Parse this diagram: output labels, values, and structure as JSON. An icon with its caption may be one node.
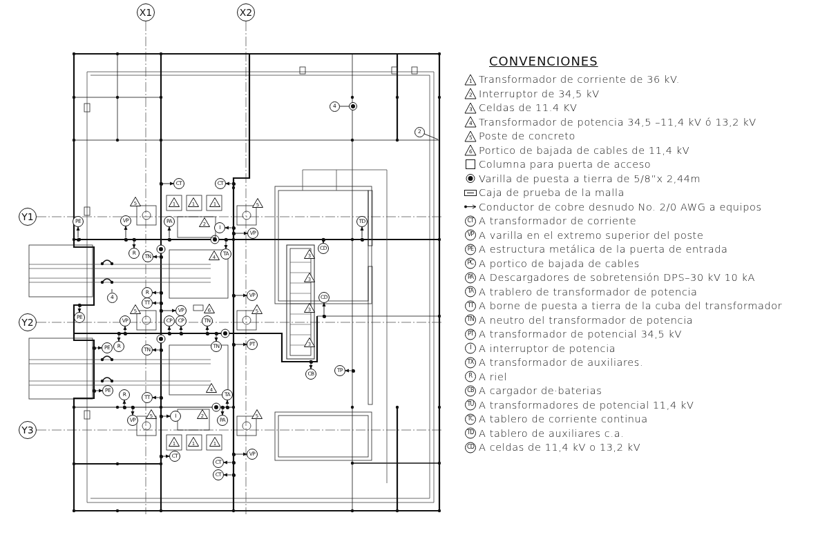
{
  "diagram": {
    "nodes": [
      {
        "text": [
          "X1"
        ]
      },
      {
        "text": [
          "X2"
        ]
      },
      {
        "text": [
          "4"
        ]
      },
      {
        "text": [
          "2"
        ]
      },
      {
        "text": [
          "CT"
        ]
      },
      {
        "text": [
          "CT"
        ]
      },
      {
        "text": [
          "5"
        ]
      },
      {
        "text": [
          "1"
        ]
      },
      {
        "text": [
          "1"
        ]
      },
      {
        "text": [
          "1"
        ]
      },
      {
        "text": [
          "5"
        ]
      },
      {
        "text": [
          "Y1"
        ]
      },
      {
        "text": [
          "PE"
        ]
      },
      {
        "text": [
          "VP"
        ]
      },
      {
        "text": [
          "PA"
        ]
      },
      {
        "text": [
          "2"
        ]
      },
      {
        "text": [
          "TD"
        ]
      },
      {
        "text": [
          "I"
        ]
      },
      {
        "text": [
          "VP"
        ]
      },
      {
        "text": [
          "CD"
        ]
      },
      {
        "text": [
          "R"
        ]
      },
      {
        "text": [
          "TN"
        ]
      },
      {
        "text": [
          "TA"
        ]
      },
      {
        "text": [
          "4"
        ]
      },
      {
        "text": [
          "3"
        ]
      },
      {
        "text": [
          "3"
        ]
      },
      {
        "text": [
          "VP"
        ]
      },
      {
        "text": [
          "R"
        ]
      },
      {
        "text": [
          "4"
        ]
      },
      {
        "text": [
          "CD"
        ]
      },
      {
        "text": [
          "TT"
        ]
      },
      {
        "text": [
          "3"
        ]
      },
      {
        "text": [
          "5"
        ]
      },
      {
        "text": [
          "VP"
        ]
      },
      {
        "text": [
          "6"
        ]
      },
      {
        "text": [
          "5"
        ]
      },
      {
        "text": [
          "PE"
        ]
      },
      {
        "text": [
          "VP"
        ]
      },
      {
        "text": [
          "CP"
        ]
      },
      {
        "text": [
          "CP"
        ]
      },
      {
        "text": [
          "TN"
        ]
      },
      {
        "text": [
          "Y2"
        ]
      },
      {
        "text": [
          "3"
        ]
      },
      {
        "text": [
          "PT"
        ]
      },
      {
        "text": [
          "TN"
        ]
      },
      {
        "text": [
          "PE"
        ]
      },
      {
        "text": [
          "R"
        ]
      },
      {
        "text": [
          "TN"
        ]
      },
      {
        "text": [
          "TP"
        ]
      },
      {
        "text": [
          "CB"
        ]
      },
      {
        "text": [
          "4"
        ]
      },
      {
        "text": [
          "PE"
        ]
      },
      {
        "text": [
          "R"
        ]
      },
      {
        "text": [
          "TT"
        ]
      },
      {
        "text": [
          "TA"
        ]
      },
      {
        "text": [
          "5"
        ]
      },
      {
        "text": [
          "2"
        ]
      },
      {
        "text": [
          "5"
        ]
      },
      {
        "text": [
          "I"
        ]
      },
      {
        "text": [
          "VP"
        ]
      },
      {
        "text": [
          "PA"
        ]
      },
      {
        "text": [
          "Y3"
        ]
      },
      {
        "text": [
          "1"
        ]
      },
      {
        "text": [
          "1"
        ]
      },
      {
        "text": [
          "1"
        ]
      },
      {
        "text": [
          "CT"
        ]
      },
      {
        "text": [
          "VP"
        ]
      },
      {
        "text": [
          "CT"
        ]
      },
      {
        "text": [
          "CT"
        ]
      },
      {
        "text": [],
        "shape": "circle"
      },
      {
        "text": [],
        "shape": "dot"
      },
      {
        "text": [],
        "shape": "dot"
      },
      {
        "text": [],
        "shape": "dot"
      },
      {
        "text": [],
        "shape": "dot"
      },
      {
        "text": [],
        "shape": "dot"
      },
      {
        "text": [],
        "shape": "dot"
      },
      {
        "text": [],
        "shape": "dot"
      },
      {
        "text": [],
        "shape": "dot"
      },
      {
        "text": [],
        "shape": "dot"
      },
      {
        "text": [],
        "shape": "dot"
      },
      {
        "text": [],
        "shape": "dot"
      },
      {
        "text": [],
        "shape": "dot"
      },
      {
        "text": [],
        "shape": "dot"
      },
      {
        "text": [],
        "shape": "dot"
      },
      {
        "text": [],
        "shape": "dot"
      },
      {
        "text": [],
        "shape": "dot"
      },
      {
        "text": [],
        "shape": "dot"
      },
      {
        "text": [],
        "shape": "dot"
      },
      {
        "text": [],
        "shape": "dot"
      },
      {
        "text": [],
        "shape": "dot"
      },
      {
        "text": [],
        "shape": "dot"
      },
      {
        "text": [],
        "shape": "dot"
      },
      {
        "text": [],
        "shape": "dot"
      },
      {
        "text": [],
        "shape": "dot"
      },
      {
        "text": [],
        "shape": "dot"
      },
      {
        "text": [],
        "shape": "dot"
      },
      {
        "text": [],
        "shape": "dot"
      },
      {
        "text": [],
        "shape": "dot"
      },
      {
        "text": [],
        "shape": "dot"
      },
      {
        "text": [],
        "shape": "dot"
      },
      {
        "text": [],
        "shape": "dot"
      },
      {
        "text": [],
        "shape": "dot"
      },
      {
        "text": [],
        "shape": "dot"
      },
      {
        "text": [],
        "shape": "dot"
      },
      {
        "text": [],
        "shape": "dot"
      },
      {
        "text": [],
        "shape": "dot"
      },
      {
        "text": [],
        "shape": "dot"
      },
      {
        "text": [],
        "shape": "dot"
      },
      {
        "text": [],
        "shape": "dot"
      },
      {
        "text": [],
        "shape": "dot"
      }
    ],
    "edges": [
      {
        "from": 2,
        "to": 69,
        "arrow": "none"
      },
      {
        "from": 3,
        "to": null,
        "arrow": "none"
      },
      {
        "from": 70,
        "to": 4,
        "arrow": "to"
      },
      {
        "from": 71,
        "to": 5,
        "arrow": "to"
      },
      {
        "from": 72,
        "to": 12,
        "arrow": "to"
      },
      {
        "from": 73,
        "to": 13,
        "arrow": "to"
      },
      {
        "from": 74,
        "to": 14,
        "arrow": "to"
      },
      {
        "from": 75,
        "to": 16,
        "arrow": "to"
      },
      {
        "from": 76,
        "to": 17,
        "arrow": "to"
      },
      {
        "from": 77,
        "to": 18,
        "arrow": "to"
      },
      {
        "from": 78,
        "to": 19,
        "arrow": "to"
      },
      {
        "from": 79,
        "to": 20,
        "arrow": "to"
      },
      {
        "from": 80,
        "to": 21,
        "arrow": "to"
      },
      {
        "from": 81,
        "to": 22,
        "arrow": "to"
      },
      {
        "from": 82,
        "to": 26,
        "arrow": "to"
      },
      {
        "from": 83,
        "to": 27,
        "arrow": "to"
      },
      {
        "from": 28,
        "to": null,
        "arrow": "none"
      },
      {
        "from": 84,
        "to": 29,
        "arrow": "to"
      },
      {
        "from": 85,
        "to": 30,
        "arrow": "to"
      },
      {
        "from": 86,
        "to": 33,
        "arrow": "to"
      },
      {
        "from": 87,
        "to": 36,
        "arrow": "to"
      },
      {
        "from": 88,
        "to": 37,
        "arrow": "to"
      },
      {
        "from": 89,
        "to": 38,
        "arrow": "to"
      },
      {
        "from": 90,
        "to": 39,
        "arrow": "to"
      },
      {
        "from": 91,
        "to": 40,
        "arrow": "to"
      },
      {
        "from": 92,
        "to": 43,
        "arrow": "to"
      },
      {
        "from": 93,
        "to": 44,
        "arrow": "to"
      },
      {
        "from": 94,
        "to": 45,
        "arrow": "to"
      },
      {
        "from": 95,
        "to": 46,
        "arrow": "to"
      },
      {
        "from": 96,
        "to": 47,
        "arrow": "to"
      },
      {
        "from": 97,
        "to": 48,
        "arrow": "to"
      },
      {
        "from": 98,
        "to": 49,
        "arrow": "to"
      },
      {
        "from": 99,
        "to": 51,
        "arrow": "to"
      },
      {
        "from": 100,
        "to": 52,
        "arrow": "to"
      },
      {
        "from": 101,
        "to": 53,
        "arrow": "to"
      },
      {
        "from": 102,
        "to": 54,
        "arrow": "to"
      },
      {
        "from": 103,
        "to": 58,
        "arrow": "to"
      },
      {
        "from": 104,
        "to": 59,
        "arrow": "to"
      },
      {
        "from": 105,
        "to": 60,
        "arrow": "to"
      },
      {
        "from": 106,
        "to": 65,
        "arrow": "to"
      },
      {
        "from": 107,
        "to": 66,
        "arrow": "to"
      },
      {
        "from": 108,
        "to": 67,
        "arrow": "to"
      },
      {
        "from": 109,
        "to": 68,
        "arrow": "to"
      }
    ],
    "labels": [
      "CONVENCIONES",
      "1",
      "2",
      "3",
      "4",
      "5",
      "6",
      "CT",
      "VP",
      "PE",
      "PC",
      "PA",
      "TA",
      "TT",
      "TN",
      "PT",
      "I",
      "TX",
      "R",
      "CB",
      "TU",
      "TC",
      "TD",
      "CD"
    ],
    "legend": [
      {
        "text": "Transformador de corriente de 36 kV."
      },
      {
        "text": "Interruptor de 34,5 kV"
      },
      {
        "text": "Celdas de 11.4 KV"
      },
      {
        "text": "Transformador de potencia 34,5 –11,4 kV ó 13,2 kV"
      },
      {
        "text": "Poste de concreto"
      },
      {
        "text": "Portico de bajada de cables de 11,4 kV"
      },
      {
        "text": "Columna para puerta de acceso"
      },
      {
        "text": "Varilla de puesta a tierra de 5/8”x 2,44m"
      },
      {
        "text": "Caja de prueba de la malla"
      },
      {
        "text": "Conductor de cobre desnudo No. 2/0 AWG a equipos"
      },
      {
        "text": "A transformador de corriente"
      },
      {
        "text": "A varilla en el extremo superior del poste"
      },
      {
        "text": "A estructura metálica de la puerta de entrada"
      },
      {
        "text": "A portico de bajada de cables"
      },
      {
        "text": "A Descargadores de sobretensión DPS–30 kV 10 kA"
      },
      {
        "text": "A trablero de transformador de potencia"
      },
      {
        "text": "A borne de puesta a tierra de la cuba del transformador"
      },
      {
        "text": "A neutro del transformador de potencia"
      },
      {
        "text": "A transformador de potencial 34,5 kV"
      },
      {
        "text": "A interruptor de potencia"
      },
      {
        "text": "A transformador de auxiliares."
      },
      {
        "text": "A riel"
      },
      {
        "text": "A cargador de·baterias"
      },
      {
        "text": "A transformadores de potencial 11,4 kV"
      },
      {
        "text": "A tablero de corriente continua"
      },
      {
        "text": "A tablero de auxiliares c.a."
      },
      {
        "text": "A celdas de 11,4 kV o 13,2 kV"
      }
    ]
  }
}
